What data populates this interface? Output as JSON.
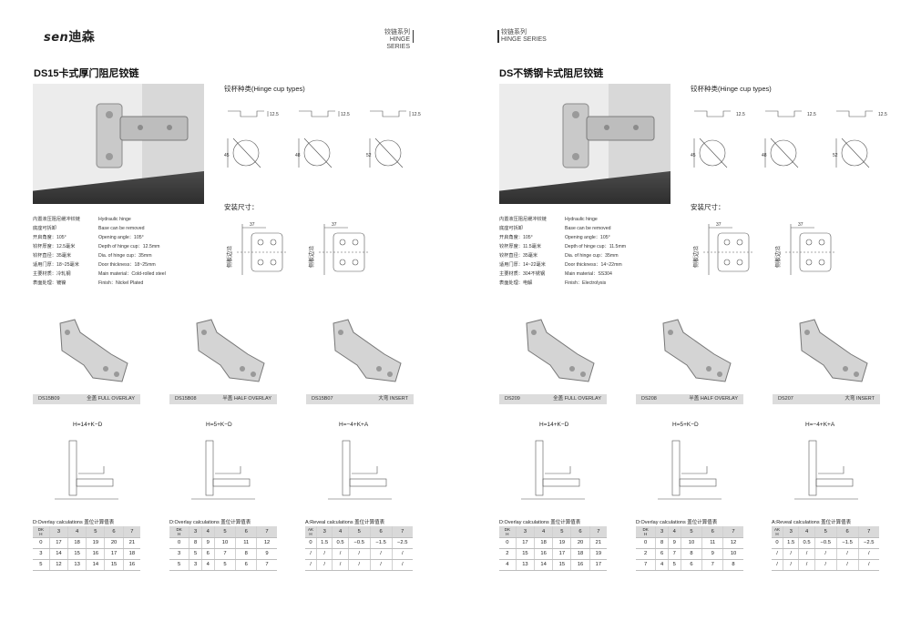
{
  "brand": {
    "logo_latin": "sen",
    "logo_cn": "迪森"
  },
  "series": {
    "cn": "铰链系列",
    "en": "HINGE SERIES"
  },
  "left": {
    "title": "DS15卡式厚门阻尼铰链",
    "cup_types_heading": "铰杯种类(Hinge cup types)",
    "install_heading": "安装尺寸：",
    "cup_dims": [
      "12.5",
      "12.5",
      "12.5"
    ],
    "cup_offsets": [
      "45",
      "48",
      "52"
    ],
    "install_dim": "37",
    "side_label": "侧板边沿",
    "specs": [
      {
        "zh": "内置液压阻尼缓冲铰链",
        "en": "Hydraulic hinge"
      },
      {
        "zh": "底座可拆卸",
        "en": "Base can be removed"
      },
      {
        "zh": "开启角度：105°",
        "en": "Opening angle：105°"
      },
      {
        "zh": "铰杯厚度：12.5毫米",
        "en": "Depth of hinge cup：12.5mm"
      },
      {
        "zh": "铰杯直径：35毫米",
        "en": "Dia. of hinge cup：35mm"
      },
      {
        "zh": "适用门厚：18~25毫米",
        "en": "Door thickness：18~25mm"
      },
      {
        "zh": "主要材质：冷轧钢",
        "en": "Main material：Cold-rolled steel"
      },
      {
        "zh": "表面处理：镀镍",
        "en": "Finish：Nickel Plated"
      }
    ],
    "products": [
      {
        "code": "DS15B09",
        "type": "全盖 FULL OVERLAY"
      },
      {
        "code": "DS15B08",
        "type": "半盖 HALF OVERLAY"
      },
      {
        "code": "DS15B07",
        "type": "大弯 INSERT"
      }
    ],
    "formulas": [
      "H=14+K−D",
      "H=5+K−D",
      "H=−4+K+A"
    ],
    "calc_heads": [
      "D:Overlay calculations 盖位计算值表",
      "D:Overlay calculations 盖位计算值表",
      "A:Reveal calculations 盖位计算值表"
    ],
    "tables": [
      {
        "corner": [
          "D",
          "K",
          "H"
        ],
        "k": [
          "3",
          "4",
          "5",
          "6",
          "7"
        ],
        "rows": [
          [
            "0",
            "17",
            "18",
            "19",
            "20",
            "21"
          ],
          [
            "3",
            "14",
            "15",
            "16",
            "17",
            "18"
          ],
          [
            "5",
            "12",
            "13",
            "14",
            "15",
            "16"
          ]
        ]
      },
      {
        "corner": [
          "D",
          "K",
          "H"
        ],
        "k": [
          "3",
          "4",
          "5",
          "6",
          "7"
        ],
        "rows": [
          [
            "0",
            "8",
            "9",
            "10",
            "11",
            "12"
          ],
          [
            "3",
            "5",
            "6",
            "7",
            "8",
            "9"
          ],
          [
            "5",
            "3",
            "4",
            "5",
            "6",
            "7"
          ]
        ]
      },
      {
        "corner": [
          "A",
          "K",
          "H"
        ],
        "k": [
          "3",
          "4",
          "5",
          "6",
          "7"
        ],
        "rows": [
          [
            "0",
            "1.5",
            "0.5",
            "−0.5",
            "−1.5",
            "−2.5"
          ],
          [
            "/",
            "/",
            "/",
            "/",
            "/",
            "/"
          ],
          [
            "/",
            "/",
            "/",
            "/",
            "/",
            "/"
          ]
        ]
      }
    ]
  },
  "right": {
    "title": "DS不锈钢卡式阻尼铰链",
    "cup_types_heading": "铰杯种类(Hinge cup types)",
    "install_heading": "安装尺寸：",
    "cup_dims": [
      "12.5",
      "12.5",
      "12.5"
    ],
    "cup_offsets": [
      "45",
      "48",
      "52"
    ],
    "install_dim": "37",
    "side_label": "侧板边沿",
    "specs": [
      {
        "zh": "内置液压阻尼缓冲铰链",
        "en": "Hydraulic hinge"
      },
      {
        "zh": "底座可拆卸",
        "en": "Base can be removed"
      },
      {
        "zh": "开启角度：105°",
        "en": "Opening angle：105°"
      },
      {
        "zh": "铰杯厚度：11.5毫米",
        "en": "Depth of hinge cup：11.5mm"
      },
      {
        "zh": "铰杯直径：35毫米",
        "en": "Dia. of hinge cup：35mm"
      },
      {
        "zh": "适用门厚：14~22毫米",
        "en": "Door thickness：14~22mm"
      },
      {
        "zh": "主要材质：304不锈钢",
        "en": "Main material：SS304"
      },
      {
        "zh": "表面处理：电解",
        "en": "Finish：Electrolysis"
      }
    ],
    "products": [
      {
        "code": "DS209",
        "type": "全盖 FULL OVERLAY"
      },
      {
        "code": "DS208",
        "type": "半盖 HALF OVERLAY"
      },
      {
        "code": "DS207",
        "type": "大弯 INSERT"
      }
    ],
    "formulas": [
      "H=14+K−D",
      "H=5+K−D",
      "H=−4+K+A"
    ],
    "calc_heads": [
      "D:Overlay calculations 盖位计算值表",
      "D:Overlay calculations 盖位计算值表",
      "A:Reveal calculations 盖位计算值表"
    ],
    "tables": [
      {
        "corner": [
          "D",
          "K",
          "H"
        ],
        "k": [
          "3",
          "4",
          "5",
          "6",
          "7"
        ],
        "rows": [
          [
            "0",
            "17",
            "18",
            "19",
            "20",
            "21"
          ],
          [
            "2",
            "15",
            "16",
            "17",
            "18",
            "19"
          ],
          [
            "4",
            "13",
            "14",
            "15",
            "16",
            "17"
          ]
        ]
      },
      {
        "corner": [
          "D",
          "K",
          "H"
        ],
        "k": [
          "3",
          "4",
          "5",
          "6",
          "7"
        ],
        "rows": [
          [
            "0",
            "8",
            "9",
            "10",
            "11",
            "12"
          ],
          [
            "2",
            "6",
            "7",
            "8",
            "9",
            "10"
          ],
          [
            "7",
            "4",
            "5",
            "6",
            "7",
            "8"
          ]
        ]
      },
      {
        "corner": [
          "A",
          "K",
          "H"
        ],
        "k": [
          "3",
          "4",
          "5",
          "6",
          "7"
        ],
        "rows": [
          [
            "0",
            "1.5",
            "0.5",
            "−0.5",
            "−1.5",
            "−2.5"
          ],
          [
            "/",
            "/",
            "/",
            "/",
            "/",
            "/"
          ],
          [
            "/",
            "/",
            "/",
            "/",
            "/",
            "/"
          ]
        ]
      }
    ]
  }
}
